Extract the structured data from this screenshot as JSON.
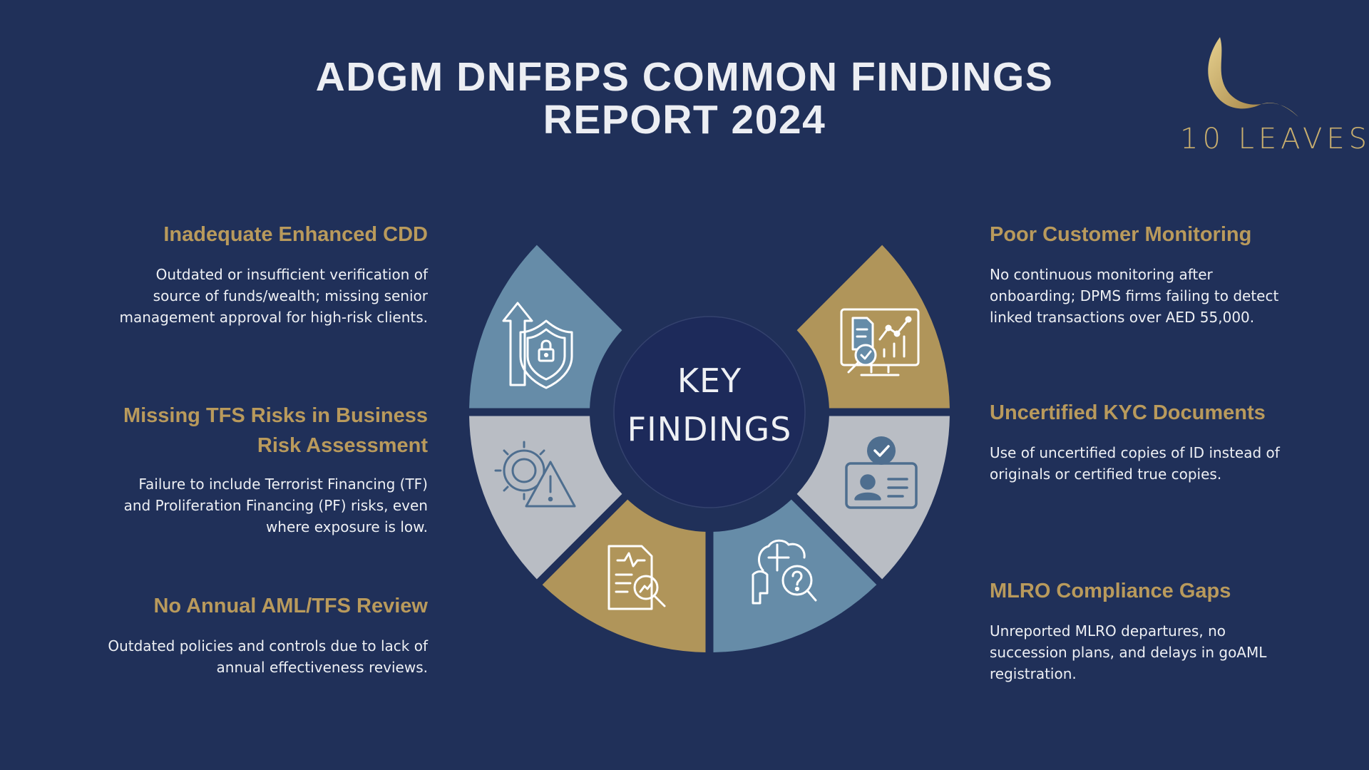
{
  "title": {
    "line1": "ADGM DNFBPS COMMON FINDINGS",
    "line2": "REPORT 2024"
  },
  "logo": {
    "text": "10 LEAVES",
    "icon": "gold-leaf-icon"
  },
  "hub": {
    "line1": "KEY",
    "line2": "FINDINGS"
  },
  "findings_left": [
    {
      "heading": "Inadequate Enhanced CDD",
      "body_lines": [
        "Outdated or insufficient verification of",
        "source of funds/wealth; missing senior",
        "management approval for high-risk clients."
      ]
    },
    {
      "heading_lines": [
        "Missing TFS Risks in Business",
        "Risk Assessment"
      ],
      "body_lines": [
        "Failure to include Terrorist Financing (TF)",
        "and Proliferation Financing (PF) risks, even",
        "where exposure is low."
      ]
    },
    {
      "heading": "No Annual AML/TFS Review",
      "body_lines": [
        "Outdated policies and controls due to lack of",
        "annual effectiveness reviews."
      ]
    }
  ],
  "findings_right": [
    {
      "heading": "Poor Customer Monitoring",
      "body_lines": [
        "No continuous monitoring after",
        "onboarding; DPMS firms failing to detect",
        "linked transactions over AED 55,000."
      ]
    },
    {
      "heading": "Uncertified KYC Documents",
      "body_lines": [
        "Use of uncertified copies of ID instead of",
        "originals or certified true copies."
      ]
    },
    {
      "heading": "MLRO Compliance Gaps",
      "body_lines": [
        "Unreported MLRO departures, no",
        "succession plans, and delays in goAML",
        "registration."
      ]
    }
  ],
  "segments": [
    {
      "icon": "shield-lock-growth-icon",
      "color": "#B0955A"
    },
    {
      "icon": "gear-warning-icon",
      "color": "#B9BDC4"
    },
    {
      "icon": "document-magnifier-icon",
      "color": "#668CA8"
    },
    {
      "icon": "brain-puzzle-search-icon",
      "color": "#B0955A"
    },
    {
      "icon": "id-card-verified-icon",
      "color": "#B9BDC4"
    },
    {
      "icon": "monitor-analytics-icon",
      "color": "#668CA8"
    }
  ],
  "colors": {
    "background": "#203059",
    "gold": "#B99A5C",
    "hub": "#1D2A5A",
    "text": "#EEF0F4"
  }
}
